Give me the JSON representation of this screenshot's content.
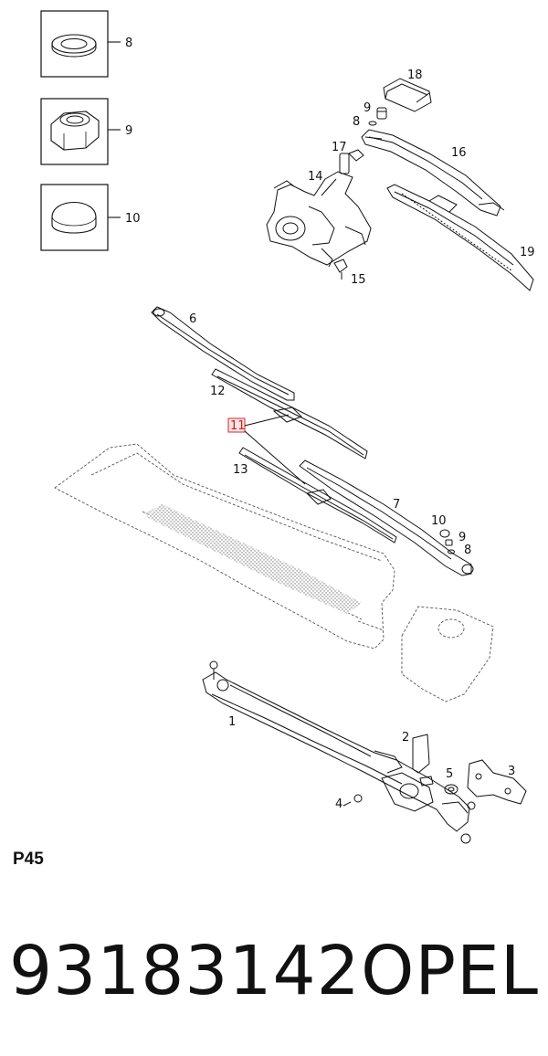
{
  "diagram": {
    "page_code": "P45",
    "callouts": {
      "c1": "1",
      "c2": "2",
      "c3": "3",
      "c4": "4",
      "c5": "5",
      "c6": "6",
      "c7": "7",
      "c8a": "8",
      "c8b": "8",
      "c8c": "8",
      "c9a": "9",
      "c9b": "9",
      "c9c": "9",
      "c10a": "10",
      "c10b": "10",
      "c11": "11",
      "c12": "12",
      "c13": "13",
      "c14": "14",
      "c15": "15",
      "c16": "16",
      "c17": "17",
      "c18": "18",
      "c19": "19"
    },
    "highlight_color": "#d42a2a"
  },
  "footer": {
    "part_number": "93183142",
    "brand": "OPEL"
  }
}
